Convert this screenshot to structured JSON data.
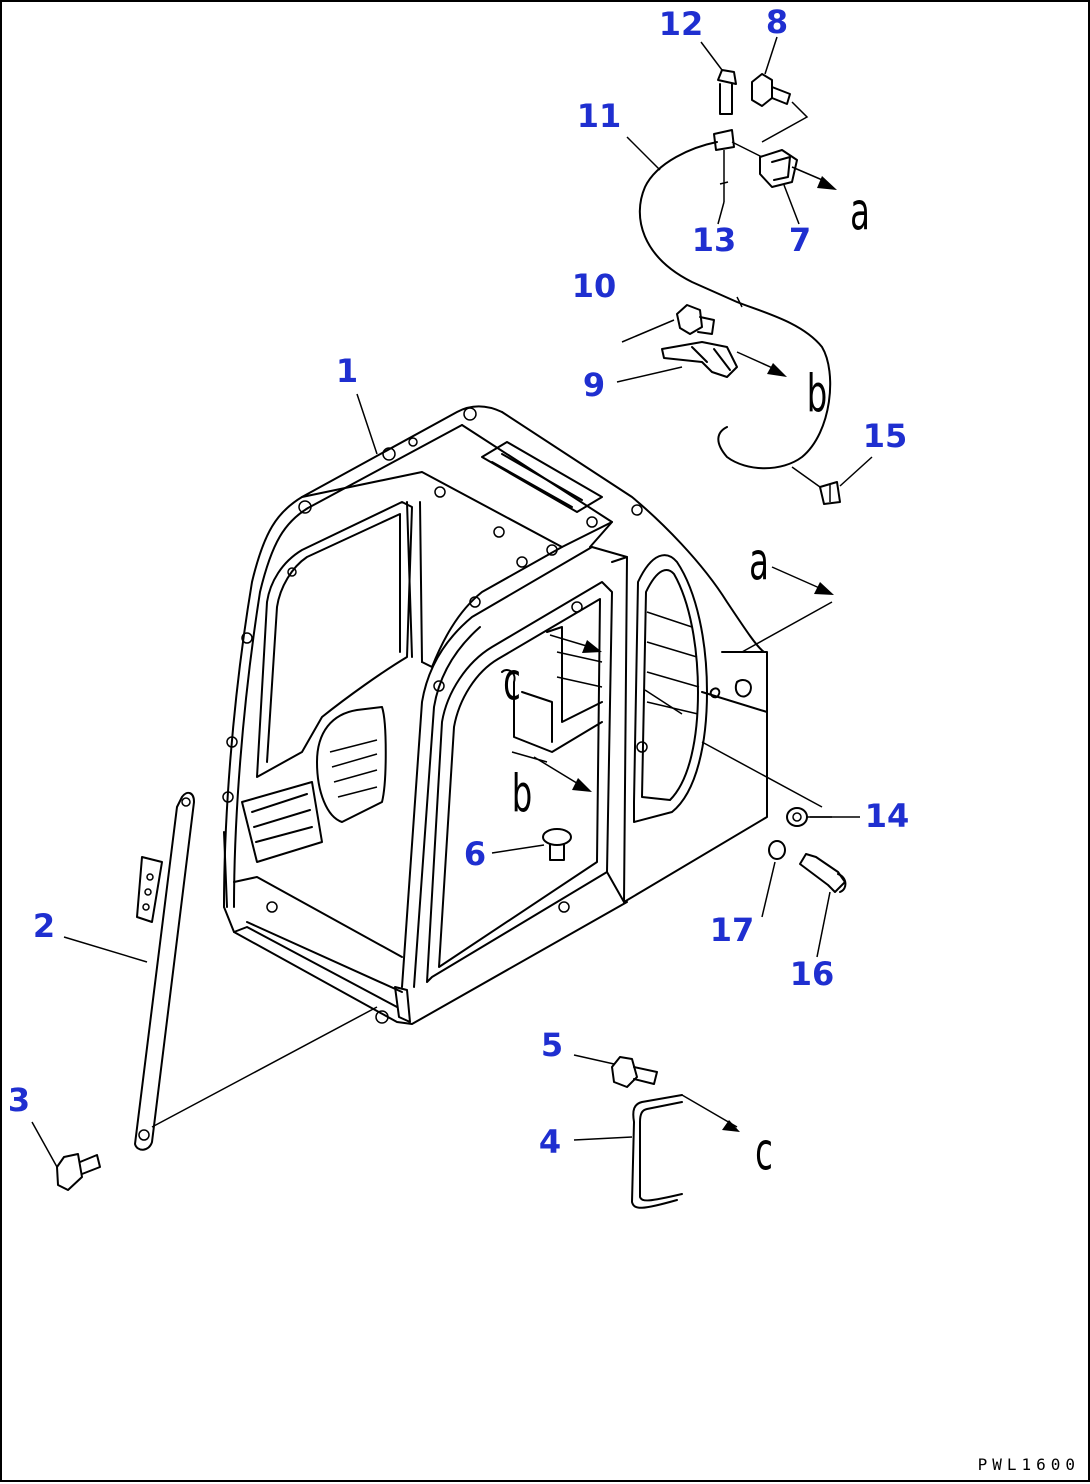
{
  "parts": [
    {
      "id": "1",
      "label": "1"
    },
    {
      "id": "2",
      "label": "2"
    },
    {
      "id": "3",
      "label": "3"
    },
    {
      "id": "4",
      "label": "4"
    },
    {
      "id": "5",
      "label": "5"
    },
    {
      "id": "6",
      "label": "6"
    },
    {
      "id": "7",
      "label": "7"
    },
    {
      "id": "8",
      "label": "8"
    },
    {
      "id": "9",
      "label": "9"
    },
    {
      "id": "10",
      "label": "10"
    },
    {
      "id": "11",
      "label": "11"
    },
    {
      "id": "12",
      "label": "12"
    },
    {
      "id": "13",
      "label": "13"
    },
    {
      "id": "14",
      "label": "14"
    },
    {
      "id": "15",
      "label": "15"
    },
    {
      "id": "16",
      "label": "16"
    },
    {
      "id": "17",
      "label": "17"
    }
  ],
  "references": {
    "a": "a",
    "b": "b",
    "c": "c"
  },
  "drawing_code": "PWL1600",
  "colors": {
    "part_number": "#1f2fd0",
    "line": "#000000"
  }
}
